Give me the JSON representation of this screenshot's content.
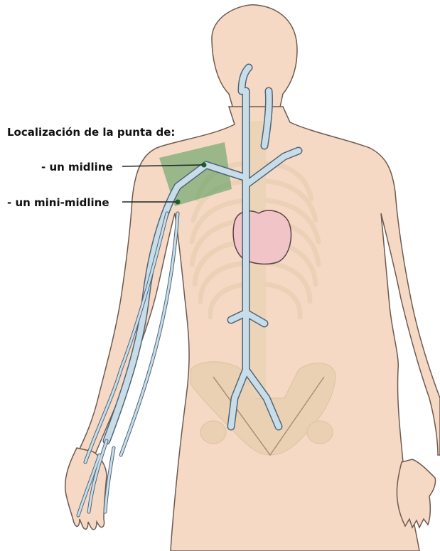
{
  "diagram": {
    "title": "Localización de la punta de:",
    "labels": [
      {
        "id": "midline",
        "text": "- un midline"
      },
      {
        "id": "mini-midline",
        "text": "- un mini-midline"
      }
    ],
    "colors": {
      "skin": "#f5d9c4",
      "skin_outline": "#6e5a50",
      "vein": "#c9dde9",
      "vein_outline": "#4e6678",
      "heart": "#f1c4c8",
      "heart_outline": "#5b4347",
      "bone": "#ead2b6",
      "pelvis": "#e8cfae",
      "highlight_zone": "#4d9a5a",
      "leader_line": "#222222"
    }
  }
}
